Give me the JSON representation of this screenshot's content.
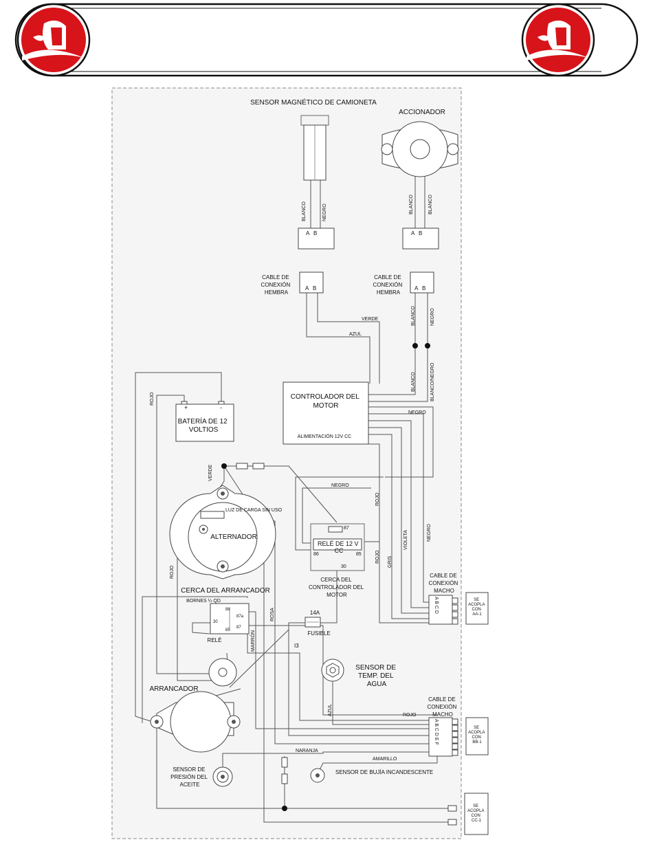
{
  "colors": {
    "logo_red": "#d7141a",
    "panel_bg": "#f5f5f5",
    "line": "#555555"
  },
  "header": {
    "logo_left_icon": "helmet-logo-icon",
    "logo_right_icon": "helmet-logo-icon"
  },
  "components": {
    "sensor_magnetico": "SENSOR MAGNÉTICO DE CAMIONETA",
    "accionador": "ACCIONADOR",
    "cable_conexion_hembra_1": [
      "CABLE DE",
      "CONEXIÓN",
      "HEMBRA"
    ],
    "cable_conexion_hembra_2": [
      "CABLE DE",
      "CONEXIÓN",
      "HEMBRA"
    ],
    "controlador": [
      "CONTROLADOR DEL",
      "MOTOR"
    ],
    "alimentacion": "ALIMENTACIÓN 12V CC",
    "bateria": [
      "BATERÍA DE 12",
      "VOLTIOS"
    ],
    "alternador": "ALTERNADOR",
    "luz_carga": "LUZ DE CARGA SIN USO",
    "rele_12v": [
      "RELÉ DE 12 V",
      "CC"
    ],
    "cerca_controlador": [
      "CERCA DEL",
      "CONTROLADOR DEL",
      "MOTOR"
    ],
    "cerca_arrancador": "CERCA DEL ARRANCADOR",
    "bornes": "BORNES ¼ QD",
    "rele": "RELÉ",
    "fusible_rating": "14A",
    "fusible": "FUSIBLE",
    "i3": "I3",
    "sensor_temp": [
      "SENSOR DE",
      "TEMP. DEL",
      "AGUA"
    ],
    "arrancador": "ARRANCADOR",
    "sensor_presion": [
      "SENSOR DE",
      "PRESIÓN DEL",
      "ACEITE"
    ],
    "sensor_bujia": "SENSOR DE BUJÍA INCANDESCENTE",
    "cable_macho_1": [
      "CABLE DE",
      "CONEXIÓN",
      "MACHO"
    ],
    "cable_macho_2": [
      "CABLE DE",
      "CONEXIÓN",
      "MACHO"
    ],
    "acopla_aa1": [
      "SE",
      "ACOPLA",
      "CON",
      "AA-1"
    ],
    "acopla_bb1": [
      "SE",
      "ACOPLA",
      "CON",
      "BB-1"
    ],
    "acopla_cc1": [
      "SE",
      "ACOPLA",
      "CON",
      "CC-1"
    ]
  },
  "pins": {
    "a": "A",
    "b": "B",
    "abcd": "A B C D",
    "abcdef": "A B C D E F",
    "relay_87": "87",
    "relay_86": "86",
    "relay_85": "85",
    "relay_30": "30",
    "rs_88": "88",
    "rs_87a": "87a",
    "rs_30": "30",
    "rs_85": "85",
    "rs_87": "87",
    "plus": "+",
    "minus": "-"
  },
  "wires": {
    "blanco": "BLANCO",
    "negro": "NEGRO",
    "verde": "VERDE",
    "azul": "AZUL",
    "rojo": "ROJO",
    "blanco_negro": "BLANCO/NEGRO",
    "gris": "GRIS",
    "violeta": "VIOLETA",
    "rosa": "ROSA",
    "marron": "MARRÓN",
    "naranja": "NARANJA",
    "amarillo": "AMARILLO"
  }
}
